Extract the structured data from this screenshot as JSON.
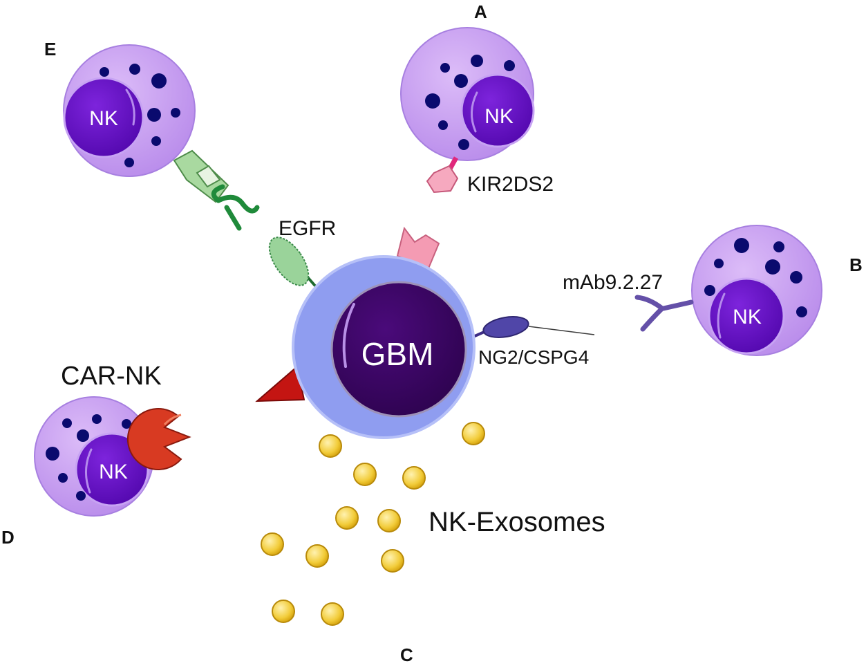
{
  "panels": {
    "a": "A",
    "b": "B",
    "c": "C",
    "d": "D",
    "e": "E"
  },
  "cells": {
    "nk_label": "NK",
    "gbm_label": "GBM",
    "car_nk_label": "CAR-NK"
  },
  "molecules": {
    "kir": "KIR2DS2",
    "egfr": "EGFR",
    "mab": "mAb9.2.27",
    "ng2": "NG2/CSPG4",
    "exosomes": "NK-Exosomes"
  },
  "colors": {
    "nk_cytoplasm": "#c89cf2",
    "nk_nucleus": "#6a11c9",
    "granule": "#0a0a6e",
    "gbm_membrane": "#8f9df0",
    "gbm_nucleus": "#3b0565",
    "exosome": "#f3cf3c",
    "egfr_receptor": "#8fcf8f",
    "antibody_green": "#1f8a3a",
    "kir_pink": "#f59bb5",
    "car_red": "#d83a22",
    "mab_purple": "#6450a8",
    "ng2_blue": "#4a3fa0"
  }
}
